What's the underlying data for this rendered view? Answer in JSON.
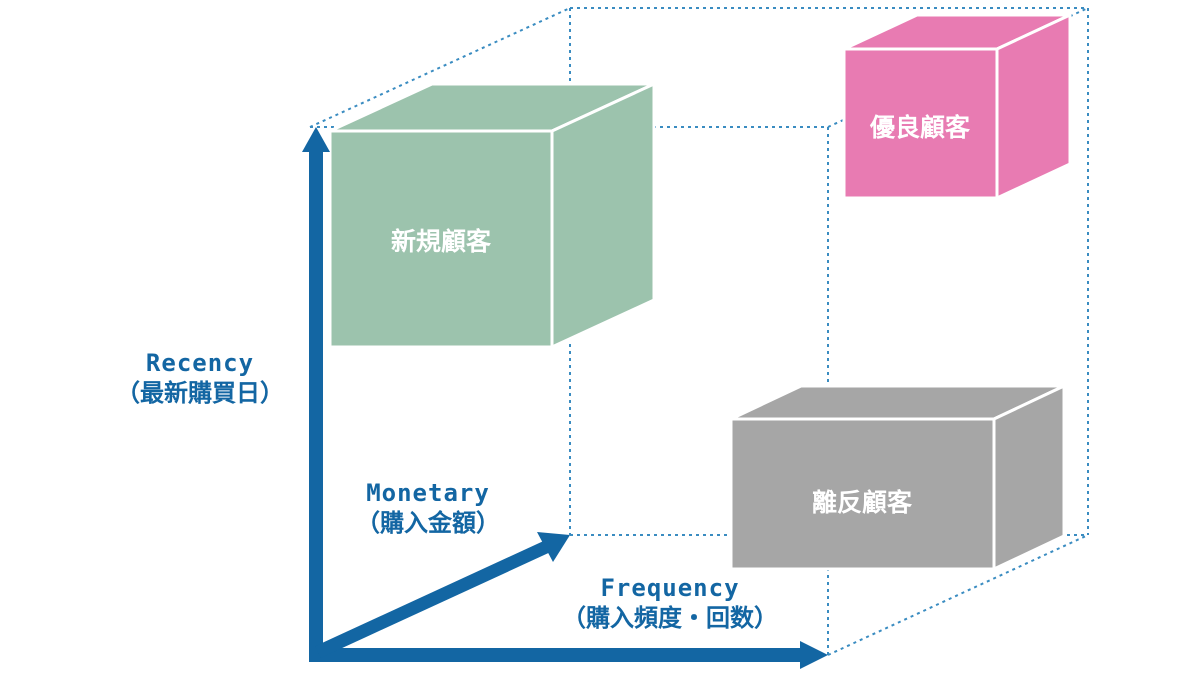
{
  "axes": {
    "recency": {
      "name": "Recency",
      "sub": "（最新購買日）"
    },
    "monetary": {
      "name": "Monetary",
      "sub": "（購入金額）"
    },
    "frequency": {
      "name": "Frequency",
      "sub": "（購入頻度・回数）"
    }
  },
  "segments": {
    "new": {
      "label": "新規顧客",
      "color": "#9cc3ad"
    },
    "good": {
      "label": "優良顧客",
      "color": "#e87bb2"
    },
    "churn": {
      "label": "離反顧客",
      "color": "#a6a6a6"
    }
  },
  "colors": {
    "axis": "#1366a3",
    "outline": "#3a8cc1"
  }
}
